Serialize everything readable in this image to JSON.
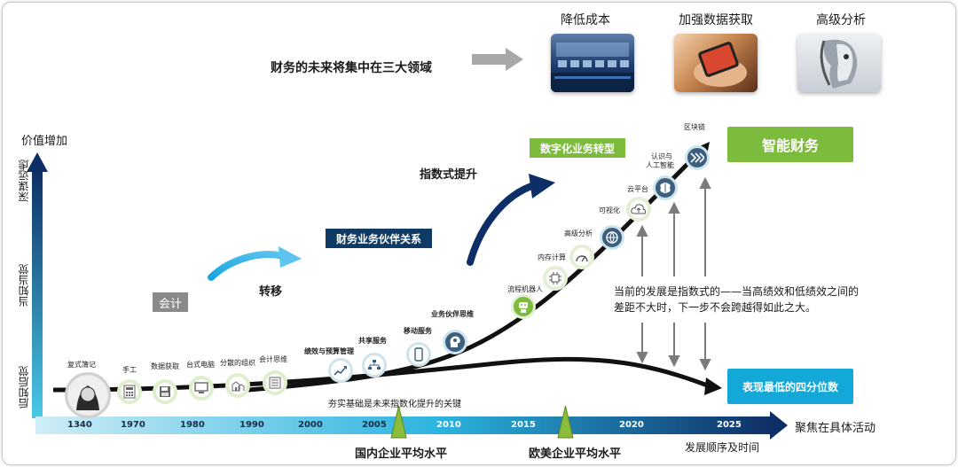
{
  "header": {
    "focus_text": "财务的未来将集中在三大领域",
    "areas": [
      {
        "label": "降低成本",
        "image": "server-room-photo"
      },
      {
        "label": "加强数据获取",
        "image": "smartphone-hand-photo"
      },
      {
        "label": "高级分析",
        "image": "robot-face-photo"
      }
    ]
  },
  "axes": {
    "y_label": "价值增加",
    "y_levels": [
      "深谋远虑",
      "当知当觉",
      "后知后觉"
    ],
    "x_label": "聚焦在具体活动",
    "x_sub_label": "发展顺序及时间",
    "years": [
      "1340",
      "1970",
      "1980",
      "1990",
      "2000",
      "2005",
      "2010",
      "2015",
      "2020",
      "2025"
    ]
  },
  "stages": {
    "accounting": "会计",
    "transfer": "转移",
    "partnership": "财务业务伙伴关系",
    "exponential": "指数式提升",
    "digital": "数字化业务转型",
    "smart_finance": "智能财务",
    "lowest_quartile": "表现最低的四分位数"
  },
  "milestones_lower": [
    {
      "label": "复式簿记",
      "icon": "bookkeeper-portrait-icon"
    },
    {
      "label": "手工",
      "icon": "calculator-icon"
    },
    {
      "label": "数据获取",
      "icon": "floppy-disk-icon"
    },
    {
      "label": "台式电脑",
      "icon": "desktop-computer-icon"
    },
    {
      "label": "分散的组织",
      "icon": "buildings-icon"
    },
    {
      "label": "会计思维",
      "icon": "ledger-icon"
    }
  ],
  "milestones_upper": [
    {
      "label": "绩效与预算管理",
      "icon": "growth-chart-icon"
    },
    {
      "label": "共享服务",
      "icon": "org-chart-icon"
    },
    {
      "label": "移动服务",
      "icon": "mobile-phone-icon"
    },
    {
      "label": "业务伙伴思维",
      "icon": "head-gears-icon"
    },
    {
      "label": "流程机器人",
      "icon": "robot-icon"
    },
    {
      "label": "内存计算",
      "icon": "chip-icon"
    },
    {
      "label": "高级分析",
      "icon": "gauge-icon"
    },
    {
      "label": "可视化",
      "icon": "globe-icon"
    },
    {
      "label": "云平台",
      "icon": "cloud-upload-icon"
    },
    {
      "label": "认识与人工智能",
      "line1": "认识与",
      "line2": "人工智能",
      "icon": "brain-icon"
    },
    {
      "label": "区块链",
      "icon": "chevrons-icon"
    }
  ],
  "notes": {
    "gap_note_line1": "当前的发展是指数式的——当高绩效和低绩效之间的",
    "gap_note_line2": "差距不大时，下一步不会跨越得如此之大。",
    "foundation_note": "夯实基础是未来指数化提升的关键",
    "domestic_avg": "国内企业平均水平",
    "western_avg": "欧美企业平均水平"
  },
  "colors": {
    "green": "#7dbb3c",
    "navy": "#0e3a63",
    "teal": "#14a8d8",
    "gray_box": "#8a8a8a",
    "gray_arrow": "#a8a8a8"
  }
}
